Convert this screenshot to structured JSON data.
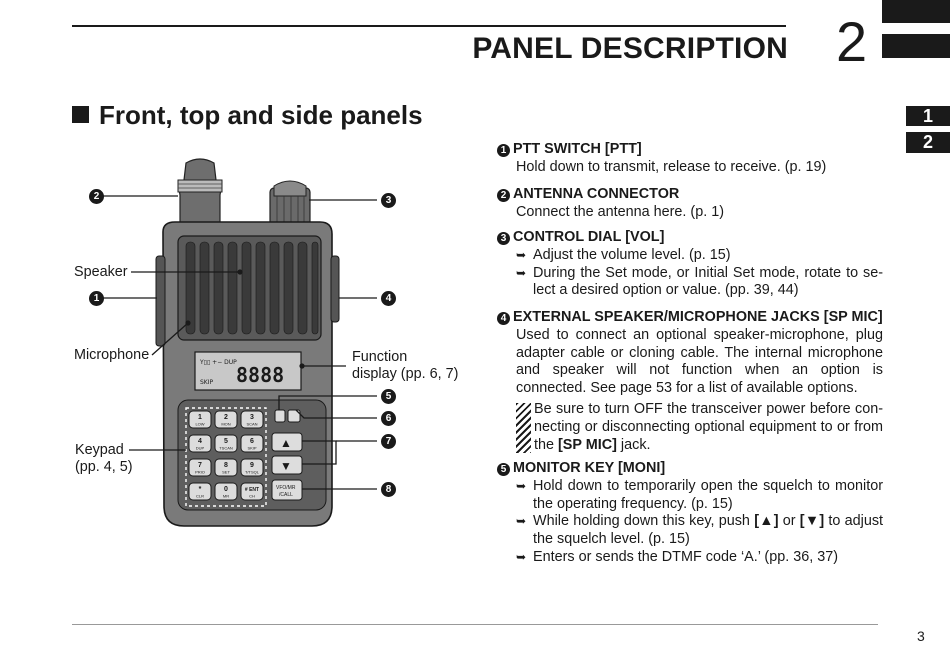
{
  "header": {
    "chapter_title": "PANEL DESCRIPTION",
    "chapter_number": "2",
    "tabs": [
      "1",
      "2"
    ]
  },
  "section": {
    "title": "Front, top and side panels"
  },
  "figure": {
    "labels": {
      "speaker": "Speaker",
      "microphone": "Microphone",
      "keypad": "Keypad",
      "keypad_pages": "(pp. 4, 5)",
      "function": "Function",
      "function_pages": "display (pp. 6, 7)"
    },
    "callouts": [
      "1",
      "2",
      "3",
      "4",
      "5",
      "6",
      "7",
      "8"
    ],
    "keys": [
      {
        "num": "1",
        "sub": "LOW"
      },
      {
        "num": "2",
        "sub": "MON"
      },
      {
        "num": "3",
        "sub": "SCAN"
      },
      {
        "num": "4",
        "sub": "DUP"
      },
      {
        "num": "5",
        "sub": "TSCAN"
      },
      {
        "num": "6",
        "sub": "SKIP"
      },
      {
        "num": "7",
        "sub": "PRIO"
      },
      {
        "num": "8",
        "sub": "SET"
      },
      {
        "num": "9",
        "sub": "T/TSQL"
      },
      {
        "num": "*",
        "sub": "CLR"
      },
      {
        "num": "0",
        "sub": "MR"
      },
      {
        "num": "# ENT",
        "sub": "CH"
      }
    ],
    "vfo_key": "VFO/MR /CALL"
  },
  "items": [
    {
      "num": "1",
      "heading": "PTT SWITCH [PTT]",
      "text": "Hold down to transmit, release to receive. (p. 19)"
    },
    {
      "num": "2",
      "heading": "ANTENNA CONNECTOR",
      "text": "Connect the antenna here. (p. 1)"
    },
    {
      "num": "3",
      "heading": "CONTROL DIAL [VOL]",
      "bullets": [
        "Adjust the volume level. (p. 15)",
        "During the Set mode, or Initial Set mode, rotate to se-lect a desired option or value. (pp. 39, 44)"
      ]
    },
    {
      "num": "4",
      "heading": "EXTERNAL SPEAKER/MICROPHONE JACKS [SP MIC]",
      "text": "Used to connect an optional speaker-microphone, plug adapter cable or cloning cable. The internal microphone and speaker will not function when an option is connected. See page 53 for a list of available options.",
      "note_pre": "Be sure to turn OFF the transceiver power before con-necting or disconnecting optional equipment to or from the ",
      "note_bold": "[SP MIC]",
      "note_post": " jack."
    },
    {
      "num": "5",
      "heading": "MONITOR KEY [MONI]",
      "bullets": [
        "Hold down to temporarily open the squelch to monitor the operating frequency. (p. 15)"
      ],
      "bullet_mid_pre": "While holding down this key, push ",
      "bullet_mid_up": "[▲]",
      "bullet_mid_or": " or ",
      "bullet_mid_down": "[▼]",
      "bullet_mid_post": " to adjust the squelch level. (p. 15)",
      "bullet_last": "Enters or sends the DTMF code ‘A.’ (pp. 36, 37)"
    }
  ],
  "footer": {
    "page_number": "3"
  }
}
